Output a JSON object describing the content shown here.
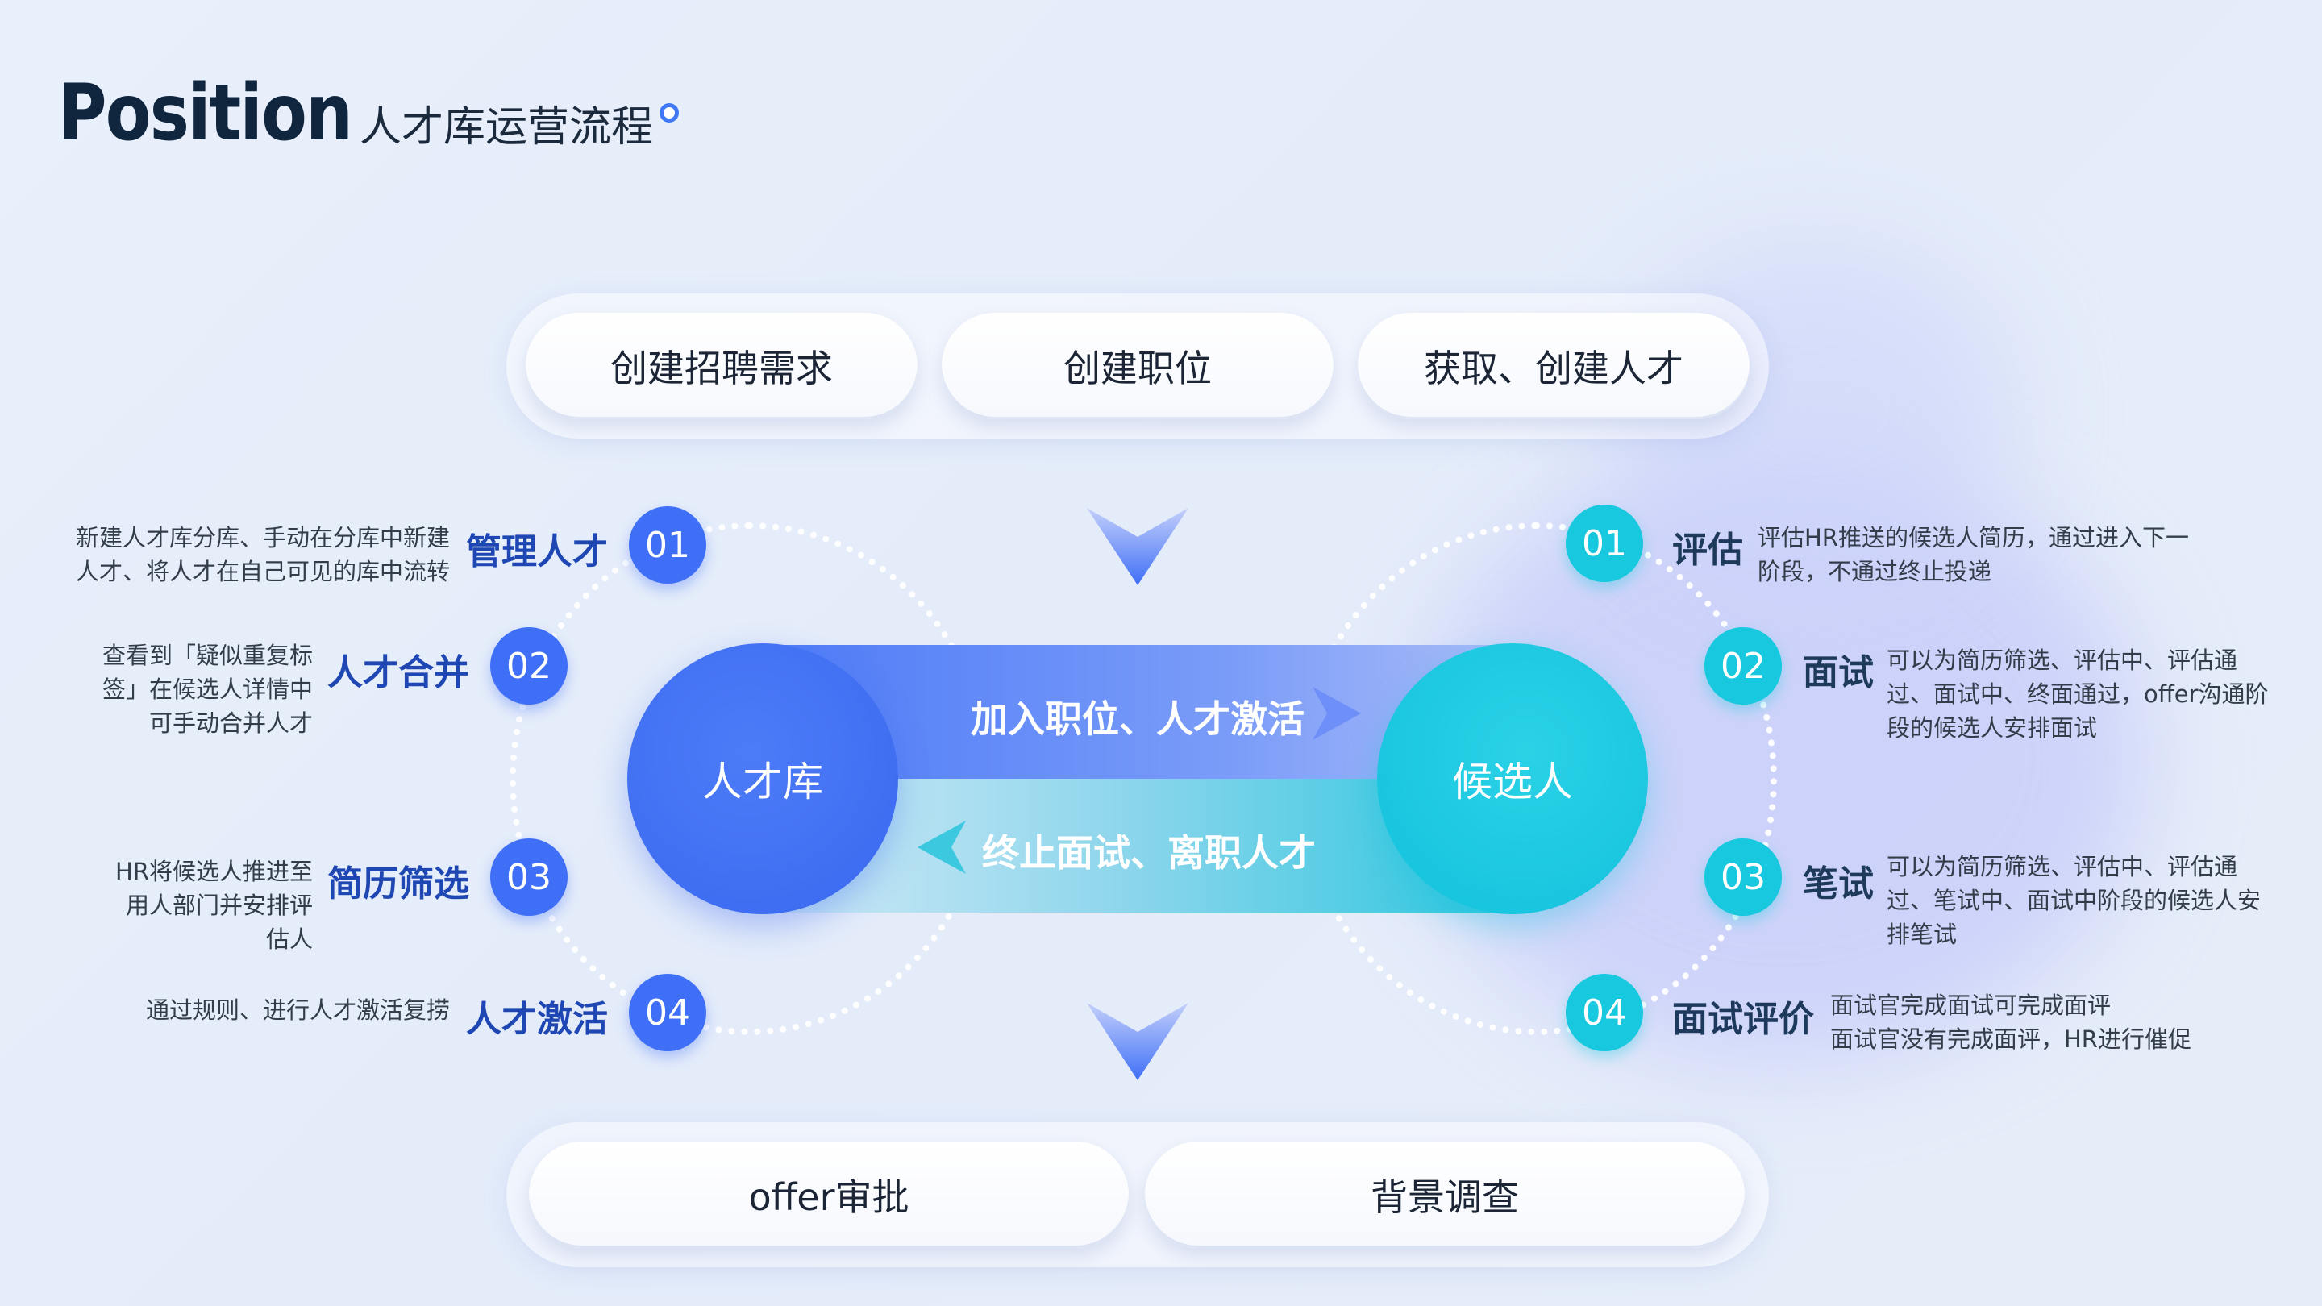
{
  "header": {
    "title_en": "Position",
    "title_cn": "人才库运营流程"
  },
  "top_steps": [
    "创建招聘需求",
    "创建职位",
    "获取、创建人才"
  ],
  "bottom_steps": [
    "offer审批",
    "背景调查"
  ],
  "center": {
    "left_node": "人才库",
    "right_node": "候选人",
    "forward_flow": "加入职位、人才激活",
    "backward_flow": "终止面试、离职人才"
  },
  "left_items": [
    {
      "num": "01",
      "label": "管理人才",
      "desc": [
        "新建人才库分库、手动在分库中新建",
        "人才、将人才在自己可见的库中流转"
      ]
    },
    {
      "num": "02",
      "label": "人才合并",
      "desc": [
        "查看到「疑似重复标",
        "签」在候选人详情中",
        "可手动合并人才"
      ]
    },
    {
      "num": "03",
      "label": "简历筛选",
      "desc": [
        "HR将候选人推进至",
        "用人部门并安排评",
        "估人"
      ]
    },
    {
      "num": "04",
      "label": "人才激活",
      "desc": [
        "通过规则、进行人才激活复捞"
      ]
    }
  ],
  "right_items": [
    {
      "num": "01",
      "label": "评估",
      "desc": [
        "评估HR推送的候选人简历，通过进入下一",
        "阶段，不通过终止投递"
      ]
    },
    {
      "num": "02",
      "label": "面试",
      "desc": [
        "可以为简历筛选、评估中、评估通",
        "过、面试中、终面通过，offer沟通阶",
        "段的候选人安排面试"
      ]
    },
    {
      "num": "03",
      "label": "笔试",
      "desc": [
        "可以为简历筛选、评估中、评估通",
        "过、笔试中、面试中阶段的候选人安",
        "排笔试"
      ]
    },
    {
      "num": "04",
      "label": "面试评价",
      "desc": [
        "面试官完成面试可完成面评",
        "面试官没有完成面评，HR进行催促"
      ]
    }
  ],
  "colors": {
    "blue": "#3f6ff6",
    "cyan": "#17c8de",
    "title": "#10263e"
  }
}
